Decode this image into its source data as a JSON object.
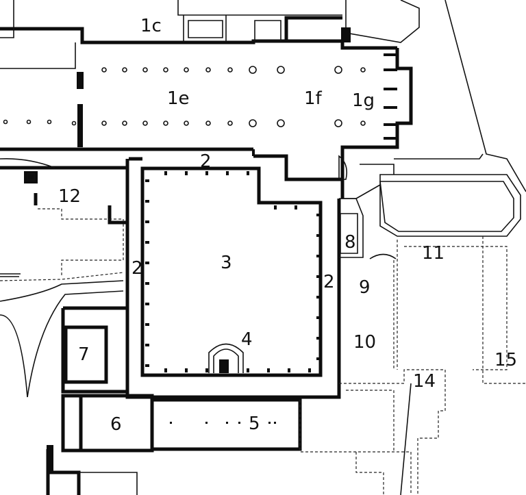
{
  "labels": {
    "l1c": "1c",
    "l1e": "1e",
    "l1f": "1f",
    "l1g": "1g",
    "l2top": "2",
    "l2left": "2",
    "l2right": "2",
    "l3": "3",
    "l4": "4",
    "l5": "5",
    "l6": "6",
    "l7": "7",
    "l8": "8",
    "l9": "9",
    "l10": "10",
    "l11": "11",
    "l12": "12",
    "l14": "14",
    "l15": "15"
  }
}
